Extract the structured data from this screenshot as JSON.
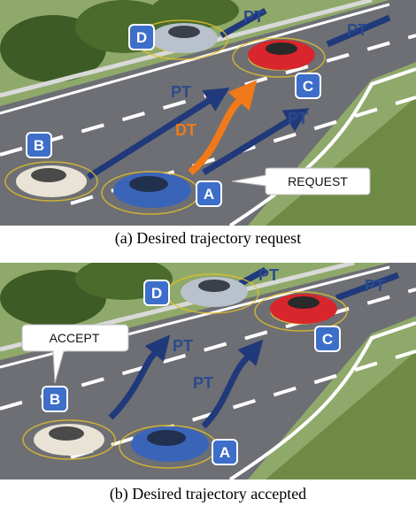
{
  "colors": {
    "grass": "#5f7a3a",
    "road": "#6d6f74",
    "lane_marking": "#ffffff",
    "pt_arrow": "#20397a",
    "dt_arrow": "#f07a1a",
    "label_bg": "#3d6ec9",
    "car_a": "#3a64b8",
    "car_b": "#e9e3d6",
    "car_c": "#d8262c",
    "car_d": "#b9c1cc"
  },
  "panel_a": {
    "caption": "(a) Desired trajectory request",
    "vehicles": {
      "a": "A",
      "b": "B",
      "c": "C",
      "d": "D"
    },
    "pt": [
      "PT",
      "PT",
      "PT",
      "PT"
    ],
    "dt": "DT",
    "bubble": "REQUEST"
  },
  "panel_b": {
    "caption": "(b) Desired trajectory accepted",
    "vehicles": {
      "a": "A",
      "b": "B",
      "c": "C",
      "d": "D"
    },
    "pt": [
      "PT",
      "PT",
      "PT",
      "PT"
    ],
    "bubble": "ACCEPT"
  }
}
